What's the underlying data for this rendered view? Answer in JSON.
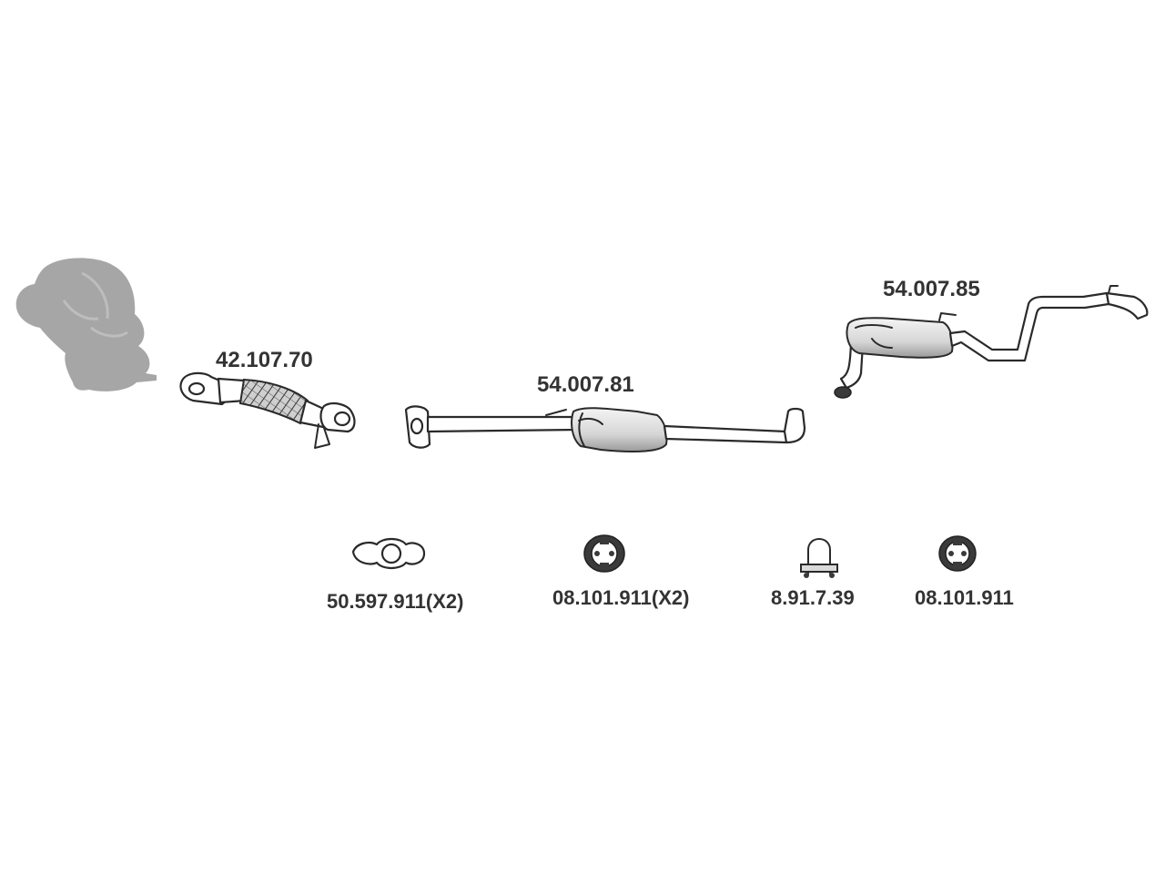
{
  "parts": {
    "front_pipe": {
      "number": "42.107.70"
    },
    "center_silencer": {
      "number": "54.007.81"
    },
    "rear_silencer": {
      "number": "54.007.85"
    }
  },
  "accessories": [
    {
      "number": "50.597.911(X2)",
      "icon": "gasket-icon"
    },
    {
      "number": "08.101.911(X2)",
      "icon": "rubber-mount-icon"
    },
    {
      "number": "8.91.7.39",
      "icon": "u-clamp-icon"
    },
    {
      "number": "08.101.911",
      "icon": "rubber-mount-icon"
    }
  ],
  "colors": {
    "engine_silhouette": "#a6a6a6",
    "label_text": "#333333",
    "line": "#2a2a2a"
  }
}
